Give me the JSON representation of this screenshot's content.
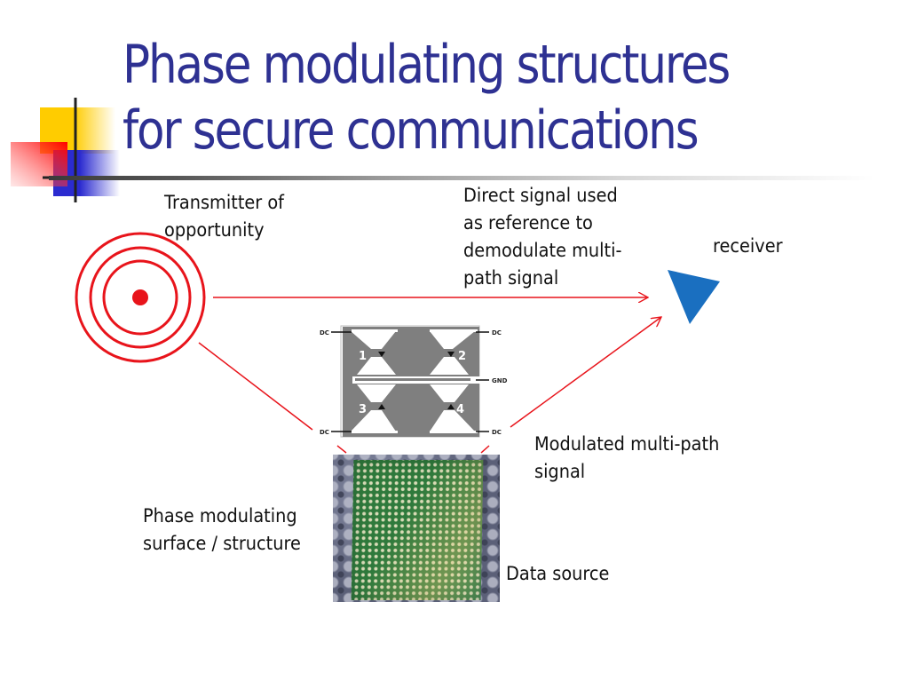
{
  "slide": {
    "title_lines": [
      "Phase modulating structures",
      "for secure communications"
    ],
    "colors": {
      "title": "#2e3192",
      "signal": "#e8141b",
      "receiver": "#1a6fc0",
      "circuit_gray": "#808080"
    }
  },
  "labels": {
    "transmitter": [
      "Transmitter of",
      "opportunity"
    ],
    "direct_signal": [
      "Direct signal used",
      "as reference to",
      "demodulate multi-",
      "path signal"
    ],
    "receiver": "receiver",
    "modulated_signal": [
      "Modulated multi-path",
      "signal"
    ],
    "phase_surface": [
      "Phase modulating",
      "surface / structure"
    ],
    "data_source": "Data source"
  },
  "circuit": {
    "ports": [
      "DC",
      "DC",
      "GND",
      "DC",
      "DC"
    ],
    "cells": [
      "1",
      "2",
      "3",
      "4"
    ]
  },
  "icons": {
    "transmitter": "concentric-circles-icon",
    "receiver": "triangle-antenna-icon"
  }
}
